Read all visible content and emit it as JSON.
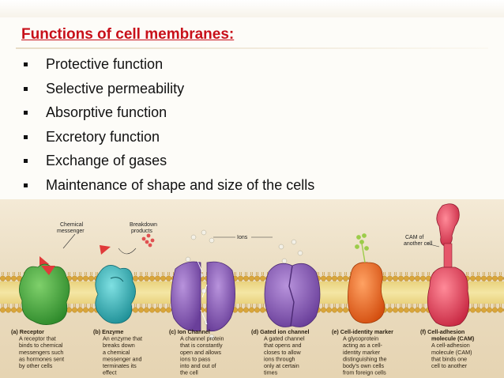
{
  "slide": {
    "title": "Functions of cell membranes:",
    "bullets": [
      "Protective function",
      "Selective permeability",
      "Absorptive function",
      "Excretory function",
      "Exchange of gases",
      "Maintenance of shape and size of the cells"
    ]
  },
  "figure": {
    "labels": {
      "chemical_messenger_1": "Chemical",
      "chemical_messenger_2": "messenger",
      "breakdown_1": "Breakdown",
      "breakdown_2": "products",
      "ions": "Ions",
      "cam_1": "CAM of",
      "cam_2": "another cell"
    },
    "captions": [
      {
        "heading": "(a) Receptor",
        "lines": [
          "A receptor that",
          "binds to chemical",
          "messengers such",
          "as hormones sent",
          "by other cells"
        ]
      },
      {
        "heading": "(b) Enzyme",
        "lines": [
          "An enzyme that",
          "breaks down",
          "a chemical",
          "messenger and",
          "terminates its",
          "effect"
        ]
      },
      {
        "heading": "(c) Ion Channel",
        "lines": [
          "A channel protein",
          "that is constantly",
          "open and allows",
          "ions to pass",
          "into and out of",
          "the cell"
        ]
      },
      {
        "heading": "(d) Gated ion channel",
        "lines": [
          "A gated channel",
          "that opens and",
          "closes to allow",
          "ions through",
          "only at certain",
          "times"
        ]
      },
      {
        "heading": "(e) Cell-identity marker",
        "lines": [
          "A glycoprotein",
          "acting as a cell-",
          "identity marker",
          "distinguishing the",
          "body's own cells",
          "from foreign cells"
        ]
      },
      {
        "heading": "(f) Cell-adhesion",
        "lines": [
          "molecule (CAM)",
          "A cell-adhesion",
          "molecule (CAM)",
          "that binds one",
          "cell to another"
        ]
      }
    ]
  },
  "colors": {
    "title": "#c8101a",
    "receptor": "#3fa53a",
    "enzyme": "#2fb3b8",
    "channel": "#8a5ab8",
    "marker": "#ef6a1e",
    "cam": "#e8455a",
    "membrane_head": "#e2b84a"
  }
}
